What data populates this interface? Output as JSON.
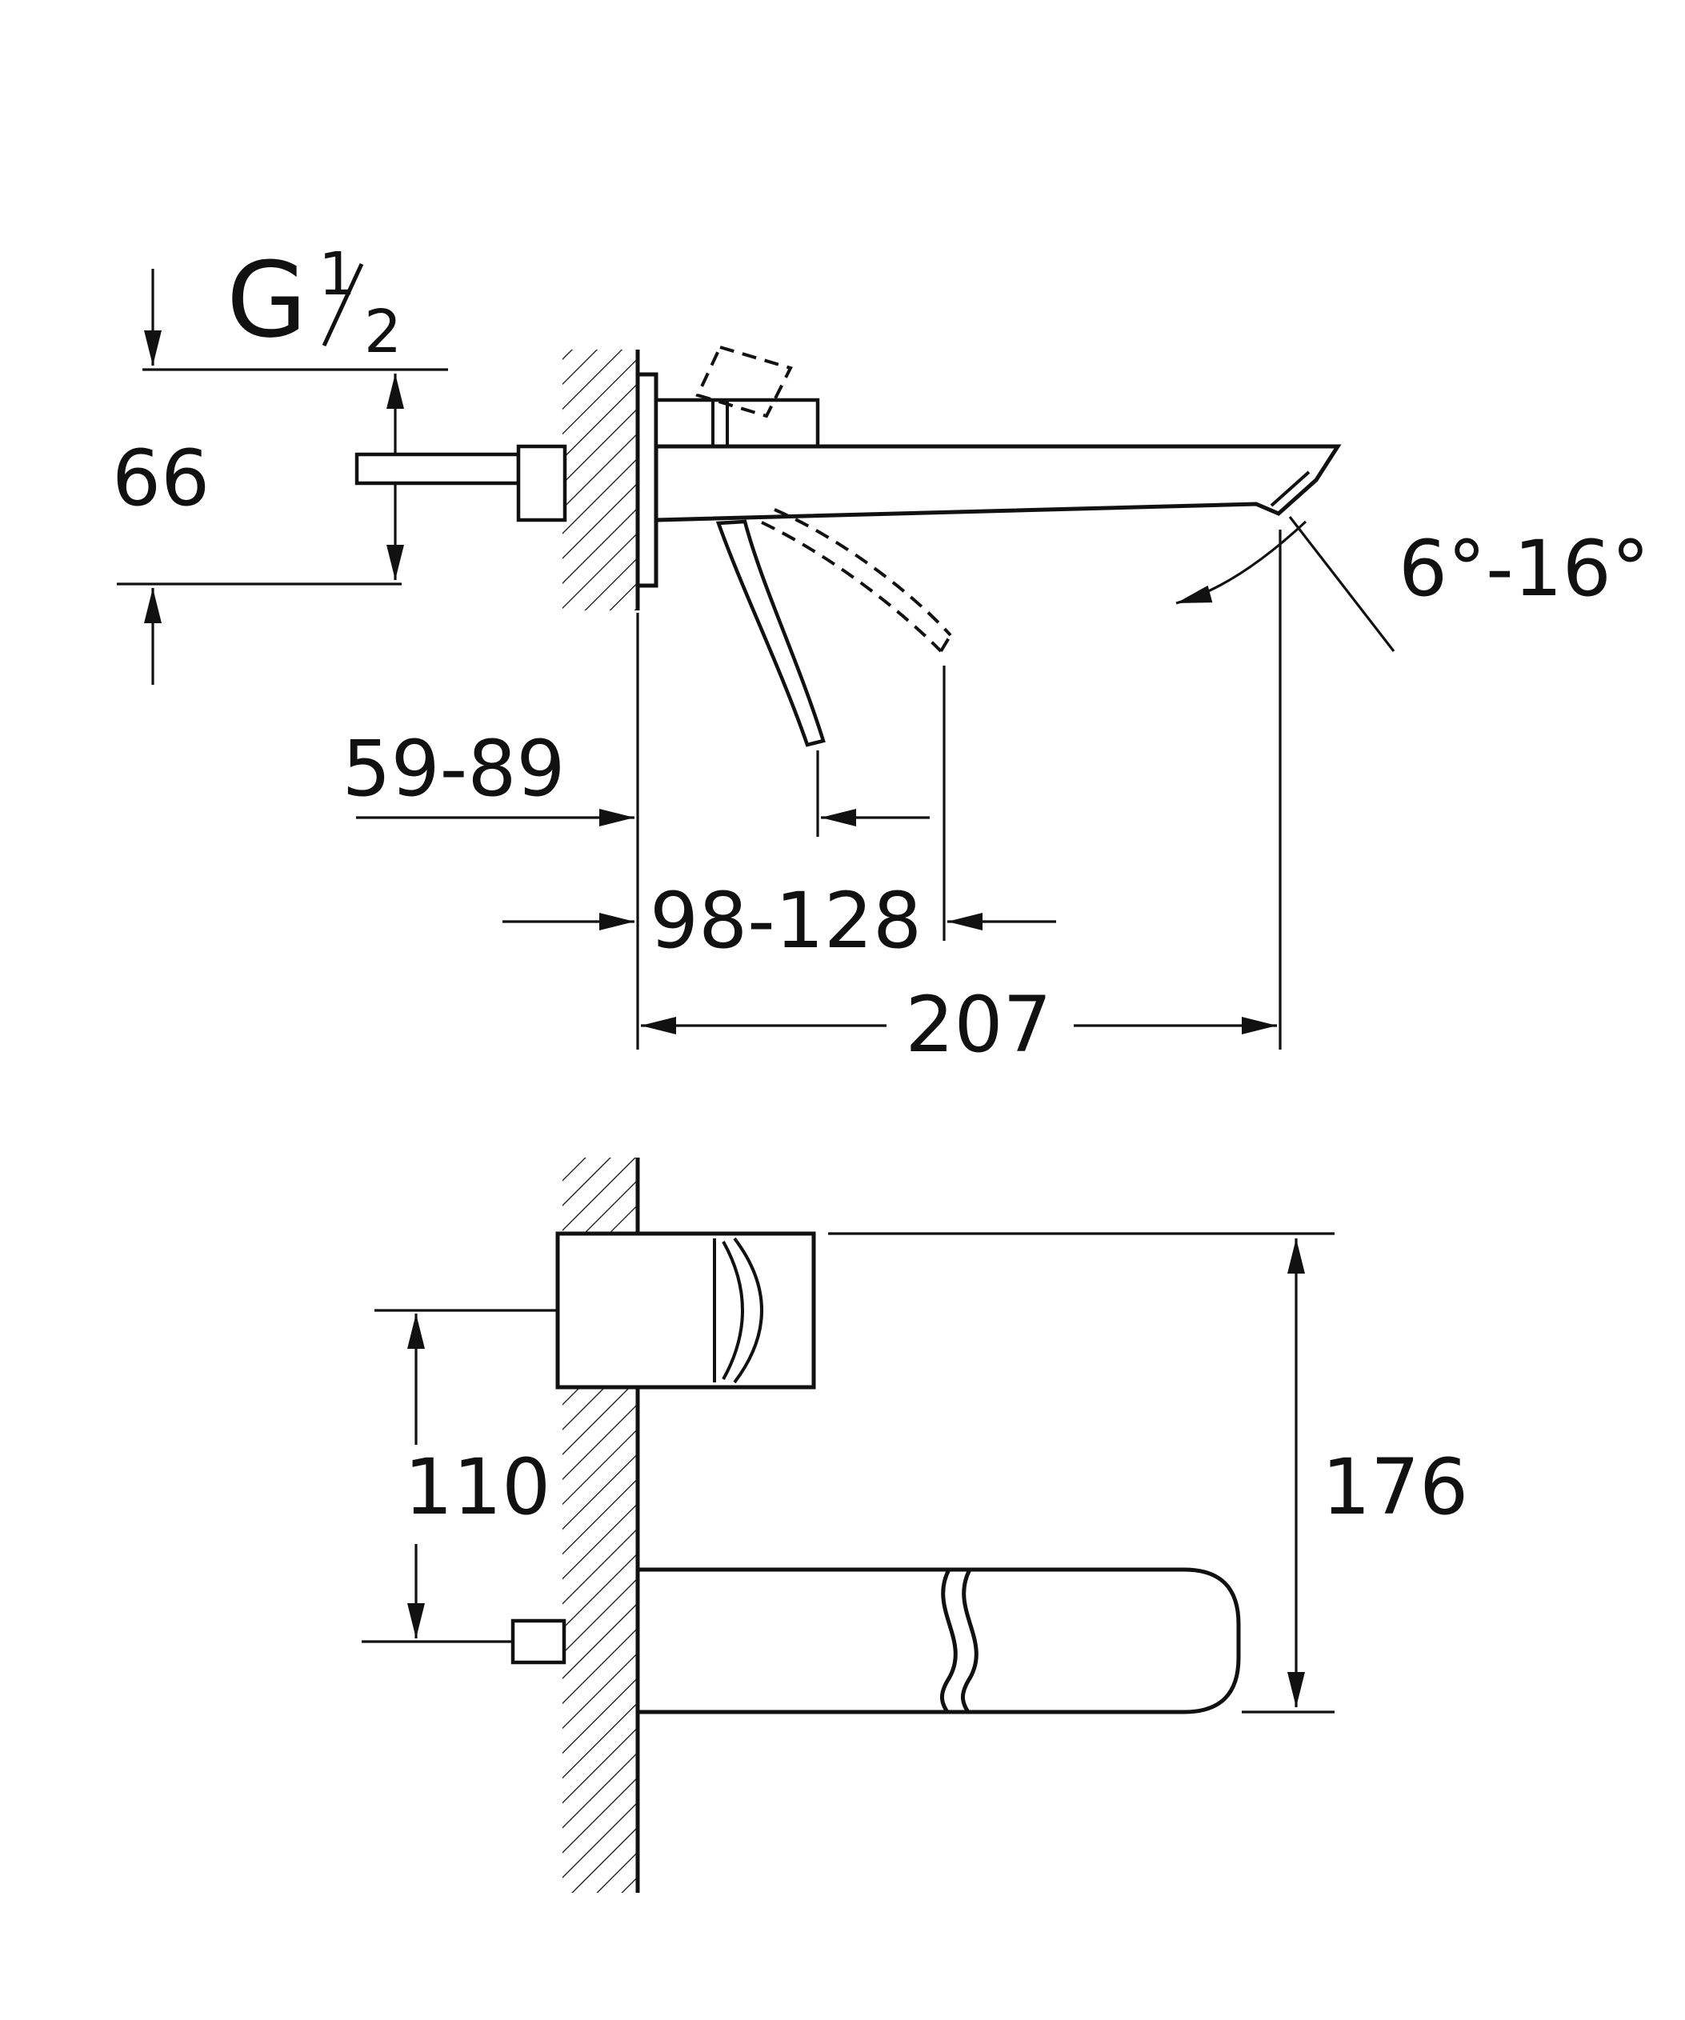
{
  "drawing": {
    "type": "technical-dimension-drawing",
    "colors": {
      "line": "#111111",
      "background": "#ffffff"
    },
    "labels": {
      "thread": {
        "letter": "G",
        "numerator": "1",
        "denominator": "2"
      },
      "height_offset": "66",
      "handle_depth_range": "59-89",
      "handle_swing_range": "98-128",
      "spout_length": "207",
      "spout_angle_range": "6°-16°",
      "center_distance": "110",
      "overall_height": "176"
    }
  }
}
